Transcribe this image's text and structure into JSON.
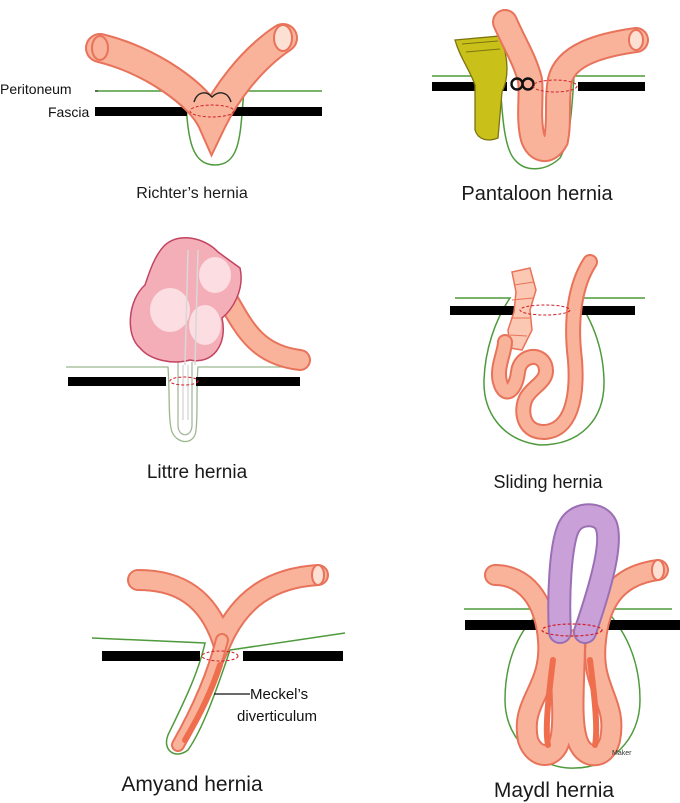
{
  "panels": [
    {
      "id": "richter",
      "caption": "Richter’s hernia"
    },
    {
      "id": "pantaloon",
      "caption": "Pantaloon hernia"
    },
    {
      "id": "littre",
      "caption": "Littre hernia"
    },
    {
      "id": "sliding",
      "caption": "Sliding hernia"
    },
    {
      "id": "amyand",
      "caption": "Amyand hernia"
    },
    {
      "id": "maydl",
      "caption": "Maydl hernia"
    }
  ],
  "labels": {
    "peritoneum": "Peritoneum",
    "fascia": "Fascia",
    "meckel_line1": "Meckel’s",
    "meckel_line2": "diverticulum",
    "maker": "Maker"
  },
  "colors": {
    "bowel_fill": "#f8b39a",
    "bowel_edge": "#e8735a",
    "bowel_core": "#ef6e4e",
    "peritoneum_line": "#4f9a3c",
    "fascia_bar": "#000000",
    "ring_dash": "#d0202a",
    "mesentery_yellow": "#c9c01a",
    "appendix_purple": "#c9a1d8",
    "littre_pink": "#f4aeb8"
  }
}
